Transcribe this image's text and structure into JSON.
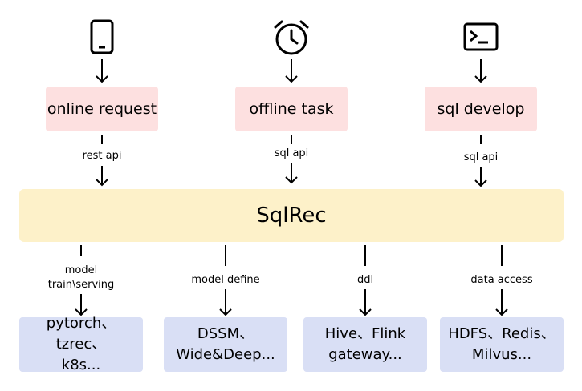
{
  "inputs": [
    {
      "icon": "phone-icon",
      "label": "online request",
      "connector": "rest api"
    },
    {
      "icon": "alarm-clock-icon",
      "label": "offline task",
      "connector": "sql api"
    },
    {
      "icon": "terminal-icon",
      "label": "sql develop",
      "connector": "sql api"
    }
  ],
  "core": {
    "label": "SqlRec"
  },
  "outputs": [
    {
      "connector": "model\ntrain\\serving",
      "label": "pytorch、tzrec、\nk8s..."
    },
    {
      "connector": "model define",
      "label": "DSSM、\nWide&Deep..."
    },
    {
      "connector": "ddl",
      "label": "Hive、Flink\ngateway..."
    },
    {
      "connector": "data access",
      "label": "HDFS、Redis、\nMilvus..."
    }
  ],
  "colors": {
    "input_box": "#fde0e0",
    "core_box": "#fdf1c9",
    "output_box": "#d9dff5"
  }
}
